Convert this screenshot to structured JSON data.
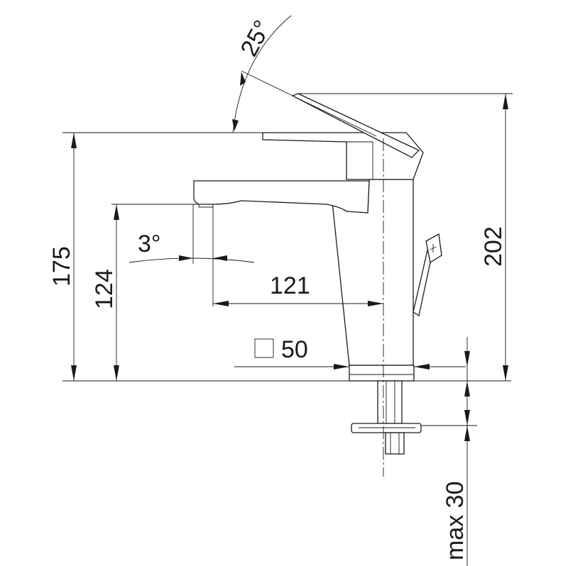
{
  "dimensions": {
    "lever_angle": "25°",
    "spout_angle": "3°",
    "spout_reach": "121",
    "base_size": "50",
    "total_height": "175",
    "outlet_height": "124",
    "height_with_lever": "202",
    "max_thickness": "max 30"
  }
}
